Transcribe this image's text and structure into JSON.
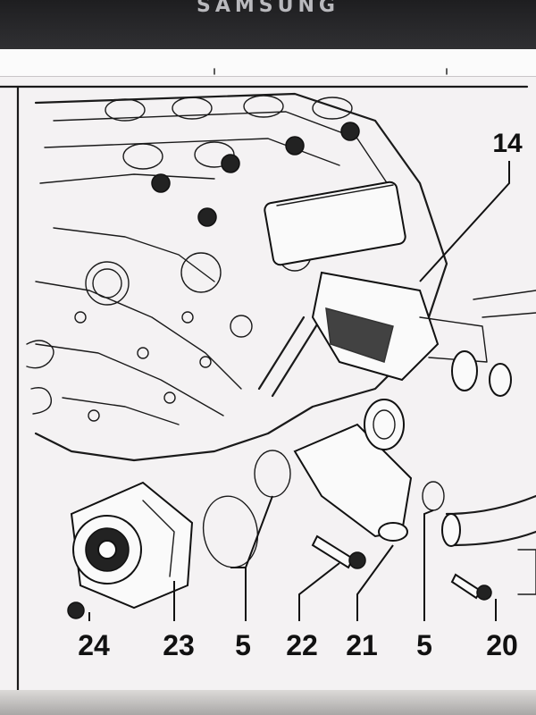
{
  "device": {
    "brand": "SAMSUNG"
  },
  "diagram": {
    "callouts": {
      "c14": "14",
      "c24": "24",
      "c23": "23",
      "c5a": "5",
      "c22": "22",
      "c21": "21",
      "c5b": "5",
      "c20": "20"
    }
  }
}
